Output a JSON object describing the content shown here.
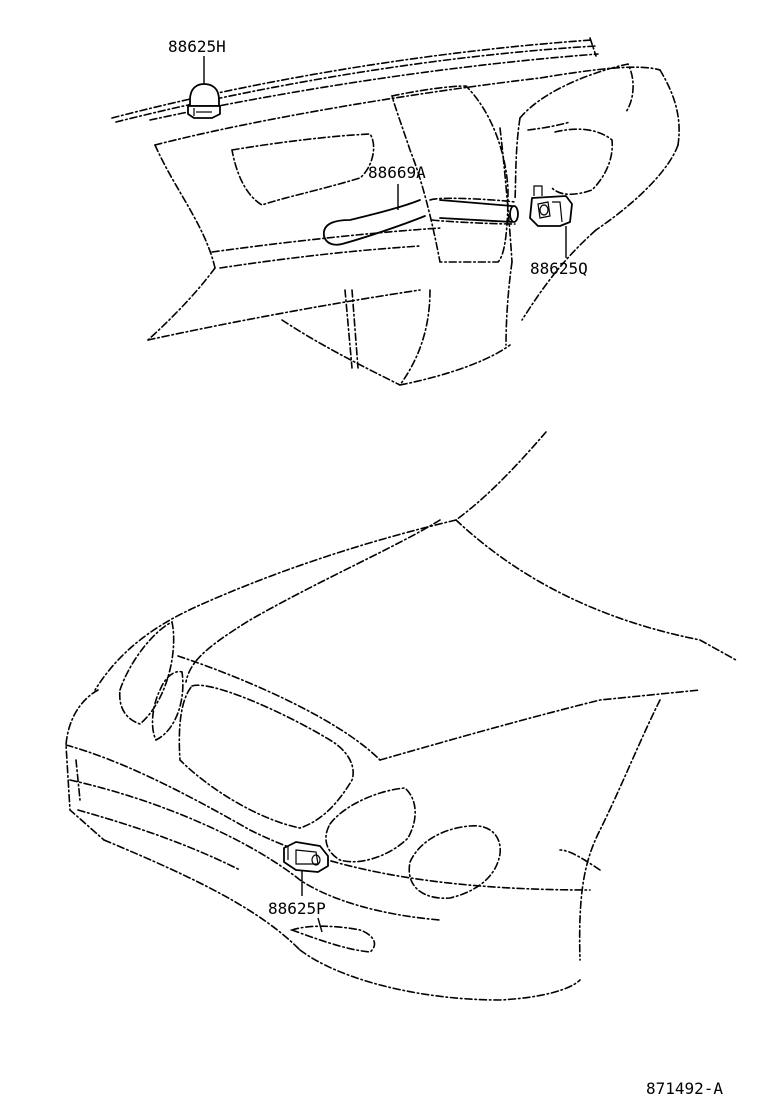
{
  "labels": {
    "part_88625H": "88625H",
    "part_88669A": "88669A",
    "part_88625Q": "88625Q",
    "part_88625P": "88625P"
  },
  "figure_code": "871492-A"
}
